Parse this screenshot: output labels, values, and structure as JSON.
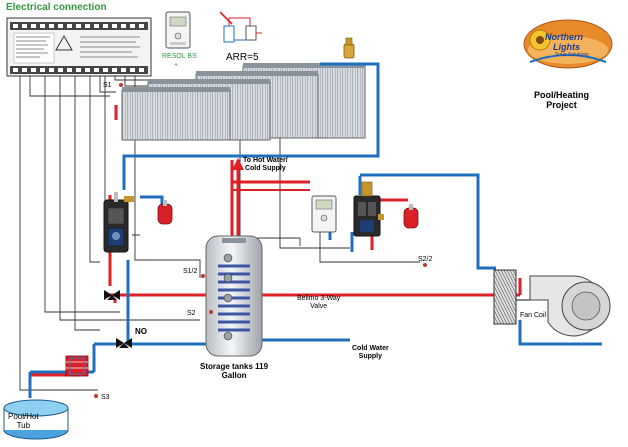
{
  "electrical": {
    "title": "Electrical connection"
  },
  "controller": {
    "name": "RESOL BS",
    "sub": "+"
  },
  "arrangement": {
    "label": "ARR=5"
  },
  "logo": {
    "line1": "Northern",
    "line2": "Lights",
    "line3": "Solar Solutions"
  },
  "project": {
    "line1": "Pool/Heating",
    "line2": "Project"
  },
  "hot_water": {
    "line1": "To Hot Water/",
    "line2": "Cold  Supply"
  },
  "sensors": {
    "s1": "S1",
    "s12": "S1/2",
    "s2": "S2",
    "s22": "S2/2",
    "s3": "S3"
  },
  "valve": {
    "line1": "Belimo 3-Way",
    "line2": "Valve",
    "no": "NO"
  },
  "fan_coil": {
    "label": "Fan Coil"
  },
  "cold_water": {
    "line1": "Cold Water",
    "line2": "Supply"
  },
  "storage": {
    "line1": "Storage tanks 119",
    "line2": "Gallon"
  },
  "pool": {
    "line1": "Pool/Hot",
    "line2": "Tub"
  },
  "colors": {
    "hot_pipe": "#e01f26",
    "cold_pipe": "#1f6fbf",
    "wire": "#222222",
    "label_green": "#2e9a3a"
  }
}
